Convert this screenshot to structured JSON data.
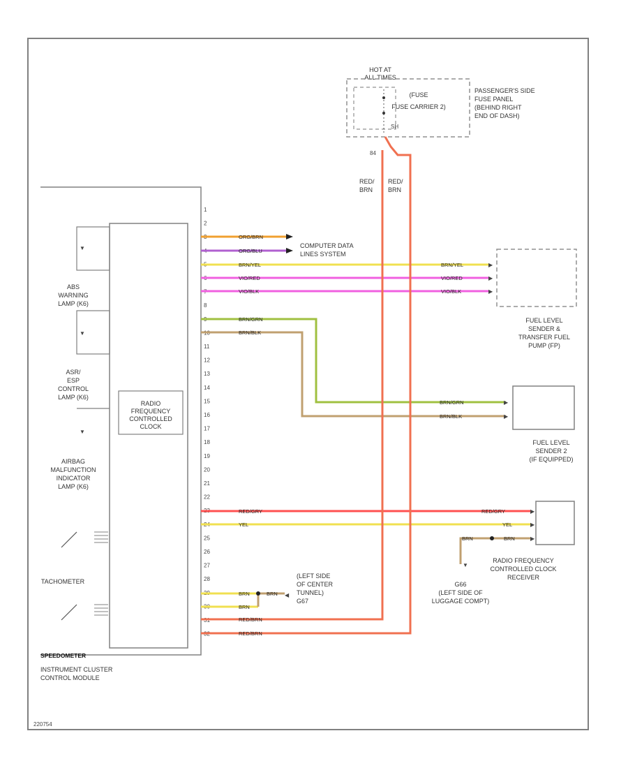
{
  "colors": {
    "orange_wire": "#f0a030",
    "violet_wire": "#b060d0",
    "yellow_wire": "#f0e050",
    "magenta_wire": "#f060e0",
    "green_wire": "#a0c040",
    "brown_wire": "#c0a070",
    "red_wire": "#ff5050",
    "red_orange_wire": "#f07050",
    "outline": "#808080"
  },
  "hot_at": {
    "l1": "HOT AT",
    "l2": "ALL TIMES"
  },
  "fuse": {
    "l1": "(FUSE",
    "l2": "FUSE CARRIER 2)",
    "pin": "SH"
  },
  "fuse_panel": {
    "l1": "PASSENGER'S SIDE",
    "l2": "FUSE PANEL",
    "l3": "(BEHIND RIGHT",
    "l4": "END OF DASH)"
  },
  "feed_pin": "84",
  "feed_wires": {
    "left_1": "RED/",
    "left_2": "BRN",
    "right_1": "RED/",
    "right_2": "BRN"
  },
  "cluster": {
    "pins": [
      "1",
      "2",
      "3",
      "4",
      "5",
      "6",
      "7",
      "8",
      "9",
      "10",
      "11",
      "12",
      "13",
      "14",
      "15",
      "16",
      "17",
      "18",
      "19",
      "20",
      "21",
      "22",
      "23",
      "24",
      "25",
      "26",
      "27",
      "28",
      "29",
      "30",
      "31",
      "32"
    ],
    "title": "SPEEDOMETER",
    "caption_1": "INSTRUMENT CLUSTER",
    "caption_2": "CONTROL MODULE",
    "clock_1": "RADIO",
    "clock_2": "FREQUENCY",
    "clock_3": "CONTROLLED",
    "clock_4": "CLOCK"
  },
  "lamps": {
    "abs_1": "ABS",
    "abs_2": "WARNING",
    "abs_3": "LAMP (K6)",
    "asr_1": "ASR/",
    "asr_2": "ESP",
    "asr_3": "CONTROL",
    "asr_4": "LAMP (K6)",
    "airbag_1": "AIRBAG",
    "airbag_2": "MALFUNCTION",
    "airbag_3": "INDICATOR",
    "airbag_4": "LAMP (K6)",
    "tach": "TACHOMETER"
  },
  "wires": {
    "w1": "ORG/BRN",
    "w2": "ORG/BLU",
    "w3": "BRN/YEL",
    "w4": "VIO/RED",
    "w5": "VIO/BLK",
    "w6": "BRN/GRN",
    "w7": "BRN/BLK",
    "w8": "RED/GRY",
    "w9": "YEL",
    "w10": "BRN",
    "w11": "RED/BRN"
  },
  "computer_data": {
    "l1": "COMPUTER DATA",
    "l2": "LINES SYSTEM"
  },
  "fuel_sender_1": {
    "l1": "FUEL LEVEL",
    "l2": "SENDER &",
    "l3": "TRANSFER FUEL",
    "l4": "PUMP (FP)"
  },
  "fuel_sender_2": {
    "l1": "FUEL LEVEL",
    "l2": "SENDER 2",
    "l3": "(IF EQUIPPED)"
  },
  "clock_receiver": {
    "l1": "RADIO FREQUENCY",
    "l2": "CONTROLLED CLOCK",
    "l3": "RECEIVER"
  },
  "ground_tunnel": {
    "l1": "(LEFT SIDE",
    "l2": "OF CENTER",
    "l3": "TUNNEL)",
    "l4": "G67"
  },
  "ground_luggage": {
    "l1": "G66",
    "l2": "(LEFT SIDE OF",
    "l3": "LUGGAGE COMPT)"
  },
  "figure_id": "220754"
}
